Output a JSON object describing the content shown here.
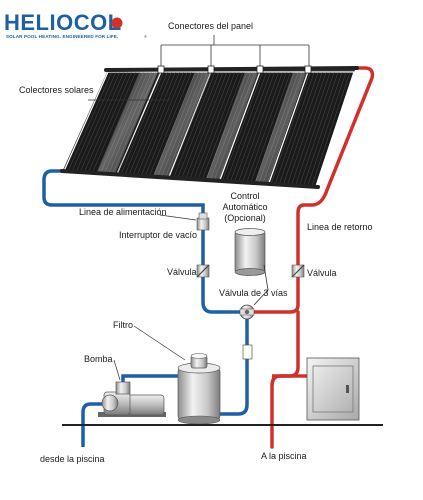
{
  "brand": {
    "name": "HELIOCOL",
    "tagline": "SOLAR POOL HEATING. ENGINEERED FOR LIFE.",
    "trademark": "®",
    "colors": {
      "blue": "#1f5fa6",
      "red": "#d0312d"
    }
  },
  "labels": {
    "panel_connectors": "Conectores del panel",
    "solar_collectors": "Colectores solares",
    "feed_line": "Linea de alimentación",
    "vacuum_breaker": "Interruptor de vacío",
    "auto_control_line1": "Control",
    "auto_control_line2": "Automático",
    "auto_control_line3": "(Opcional)",
    "return_line": "Linea de retorno",
    "valve_left": "Válvula",
    "valve_right": "Válvula",
    "three_way_valve": "Válvula de 3 vías",
    "filter": "Filtro",
    "pump": "Bomba",
    "from_pool": "desde la piscina",
    "to_pool": "A la piscina"
  },
  "colors": {
    "cold_pipe": "#1f5fa6",
    "hot_pipe": "#d0312d",
    "collector_tube": "#1a1a1a",
    "collector_frame": "#2a2a2a"
  }
}
